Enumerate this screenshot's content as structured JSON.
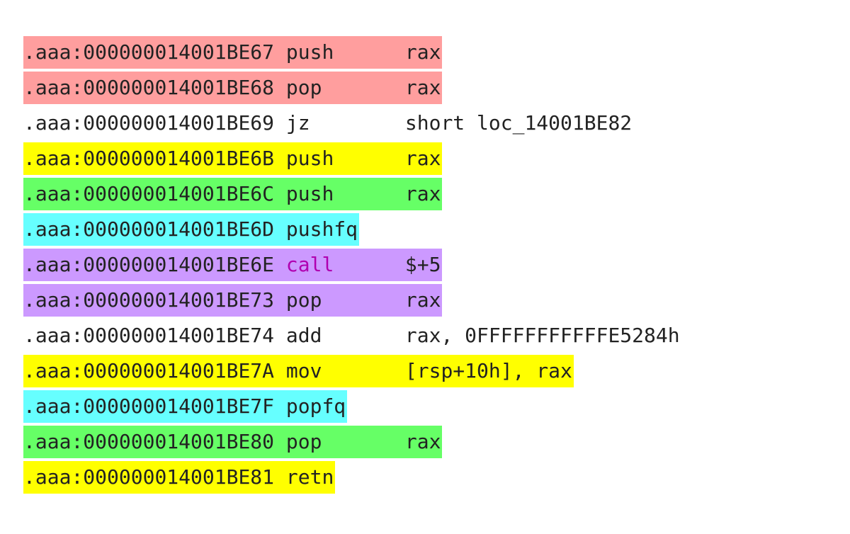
{
  "disassembly": {
    "rows": [
      {
        "segment": ".aaa",
        "address": "000000014001BE67",
        "mnemonic": "push",
        "operands": "rax",
        "highlight": "#ff9e9e",
        "mnemonic_color": "#222222"
      },
      {
        "segment": ".aaa",
        "address": "000000014001BE68",
        "mnemonic": "pop",
        "operands": "rax",
        "highlight": "#ff9e9e",
        "mnemonic_color": "#222222"
      },
      {
        "segment": ".aaa",
        "address": "000000014001BE69",
        "mnemonic": "jz",
        "operands": "short loc_14001BE82",
        "highlight": "",
        "mnemonic_color": "#222222"
      },
      {
        "segment": ".aaa",
        "address": "000000014001BE6B",
        "mnemonic": "push",
        "operands": "rax",
        "highlight": "#ffff00",
        "mnemonic_color": "#222222"
      },
      {
        "segment": ".aaa",
        "address": "000000014001BE6C",
        "mnemonic": "push",
        "operands": "rax",
        "highlight": "#66ff66",
        "mnemonic_color": "#222222"
      },
      {
        "segment": ".aaa",
        "address": "000000014001BE6D",
        "mnemonic": "pushfq",
        "operands": "",
        "highlight": "#66ffff",
        "mnemonic_color": "#222222"
      },
      {
        "segment": ".aaa",
        "address": "000000014001BE6E",
        "mnemonic": "call",
        "operands": "$+5",
        "highlight": "#cc99ff",
        "mnemonic_color": "#b000b0"
      },
      {
        "segment": ".aaa",
        "address": "000000014001BE73",
        "mnemonic": "pop",
        "operands": "rax",
        "highlight": "#cc99ff",
        "mnemonic_color": "#222222"
      },
      {
        "segment": ".aaa",
        "address": "000000014001BE74",
        "mnemonic": "add",
        "operands": "rax, 0FFFFFFFFFFFE5284h",
        "highlight": "",
        "mnemonic_color": "#222222"
      },
      {
        "segment": ".aaa",
        "address": "000000014001BE7A",
        "mnemonic": "mov",
        "operands": "[rsp+10h], rax",
        "highlight": "#ffff00",
        "mnemonic_color": "#222222"
      },
      {
        "segment": ".aaa",
        "address": "000000014001BE7F",
        "mnemonic": "popfq",
        "operands": "",
        "highlight": "#66ffff",
        "mnemonic_color": "#222222"
      },
      {
        "segment": ".aaa",
        "address": "000000014001BE80",
        "mnemonic": "pop",
        "operands": "rax",
        "highlight": "#66ff66",
        "mnemonic_color": "#222222"
      },
      {
        "segment": ".aaa",
        "address": "000000014001BE81",
        "mnemonic": "retn",
        "operands": "",
        "highlight": "#ffff00",
        "mnemonic_color": "#222222"
      }
    ]
  }
}
